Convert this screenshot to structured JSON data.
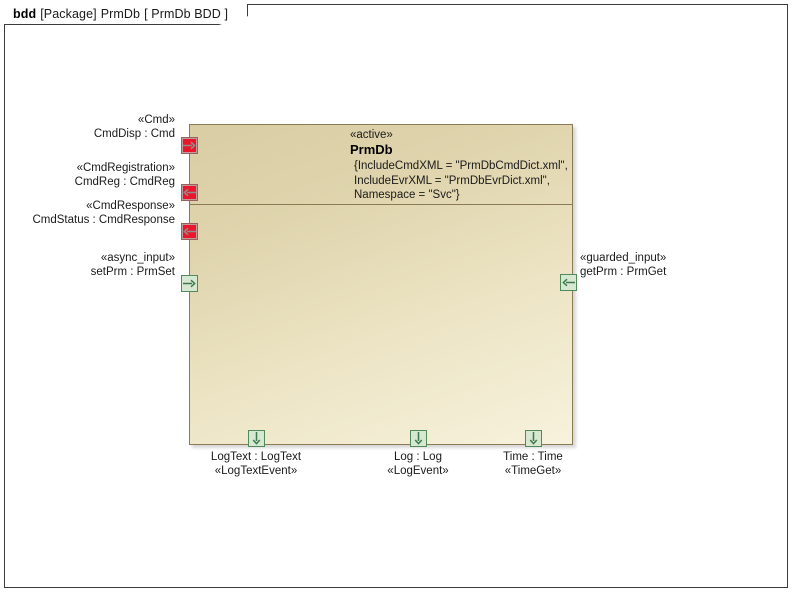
{
  "frame": {
    "kind": "bdd",
    "package_tag": "[Package]",
    "package_name": "PrmDb",
    "diagram_name": "[ PrmDb BDD ]"
  },
  "block": {
    "stereotype": "«active»",
    "name": "PrmDb",
    "constraints": "{IncludeCmdXML = \"PrmDbCmdDict.xml\",\nIncludeEvrXML = \"PrmDbEvrDict.xml\",\nNamespace = \"Svc\"}",
    "fill_top": "#d9cda4",
    "fill_bottom": "#f7f2dd",
    "border_color": "#8a7a56"
  },
  "ports": {
    "left": [
      {
        "id": "cmd-disp",
        "stereotype": "«Cmd»",
        "label": "CmdDisp : Cmd",
        "color": "#e8172c",
        "direction": "in",
        "arrow": "right"
      },
      {
        "id": "cmd-reg",
        "stereotype": "«CmdRegistration»",
        "label": "CmdReg : CmdReg",
        "color": "#e8172c",
        "direction": "out",
        "arrow": "left"
      },
      {
        "id": "cmd-status",
        "stereotype": "«CmdResponse»",
        "label": "CmdStatus : CmdResponse",
        "color": "#e8172c",
        "direction": "out",
        "arrow": "left"
      },
      {
        "id": "set-prm",
        "stereotype": "«async_input»",
        "label": "setPrm : PrmSet",
        "color": "#d6e8d2",
        "direction": "in",
        "arrow": "right"
      }
    ],
    "right": [
      {
        "id": "get-prm",
        "stereotype": "«guarded_input»",
        "label": "getPrm : PrmGet",
        "color": "#d6e8d2",
        "direction": "in",
        "arrow": "left"
      }
    ],
    "bottom": [
      {
        "id": "log-text",
        "label": "LogText : LogText",
        "stereotype": "«LogTextEvent»",
        "color": "#d6e8d2",
        "arrow": "down"
      },
      {
        "id": "log",
        "label": "Log : Log",
        "stereotype": "«LogEvent»",
        "color": "#d6e8d2",
        "arrow": "down"
      },
      {
        "id": "time",
        "label": "Time : Time",
        "stereotype": "«TimeGet»",
        "color": "#d6e8d2",
        "arrow": "down"
      }
    ]
  }
}
